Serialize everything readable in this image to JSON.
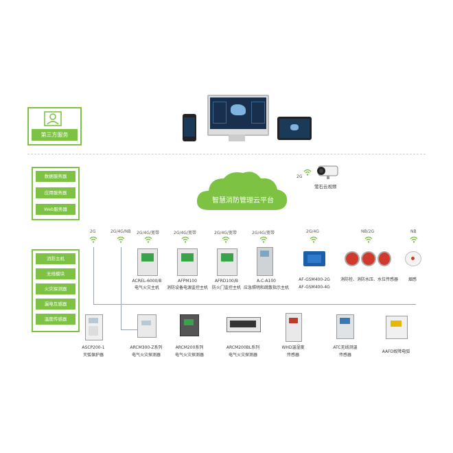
{
  "third_party": {
    "label": "第三方服务"
  },
  "servers": [
    "数据服务器",
    "应用服务器",
    "Web服务器"
  ],
  "cloud": {
    "label": "智慧消防管理云平台"
  },
  "camera": {
    "label": "萤石云视频",
    "signal": "2G"
  },
  "left_modules": [
    "消防主机",
    "无线模块",
    "火灾探测器",
    "漏电互感器",
    "温度传感器"
  ],
  "top_devices": [
    {
      "signal": "2G",
      "name": "",
      "sub": ""
    },
    {
      "signal": "2G/4G/NB",
      "name": "",
      "sub": ""
    },
    {
      "signal": "2G/4G/宽带",
      "name": "ACREL-6000/B",
      "sub": "电气火灾主机"
    },
    {
      "signal": "2G/4G/宽带",
      "name": "AFPM100",
      "sub": "消防设备电源监控主机"
    },
    {
      "signal": "2G/4G/宽带",
      "name": "AFRD100/B",
      "sub": "防火门监控主机"
    },
    {
      "signal": "2G/4G/宽带",
      "name": "A-C-A100",
      "sub": "应急照明和疏散指示主机"
    },
    {
      "signal": "2G/4G",
      "name": "AF-GSM400-2G",
      "sub": "AF-GSM400-4G"
    },
    {
      "signal": "NB/2G",
      "name": "",
      "sub": "消防栓、消防水压、水位传感器"
    },
    {
      "signal": "NB",
      "name": "",
      "sub": "烟感"
    }
  ],
  "bottom_devices": [
    {
      "name": "ASCP200-1",
      "sub": "灭弧保护器"
    },
    {
      "name": "ARCM300-Z系列",
      "sub": "电气火灾探测器"
    },
    {
      "name": "ARCM200系列",
      "sub": "电气火灾探测器"
    },
    {
      "name": "ARCM200BL系列",
      "sub": "电气火灾探测器"
    },
    {
      "name": "WHD温湿度",
      "sub": "传感器"
    },
    {
      "name": "ATC无线测温",
      "sub": "传感器"
    },
    {
      "name": "AAFD故障电弧",
      "sub": ""
    }
  ],
  "colors": {
    "green": "#7dc242",
    "cloud": "#7dc242",
    "line": "#9aa3ad"
  }
}
